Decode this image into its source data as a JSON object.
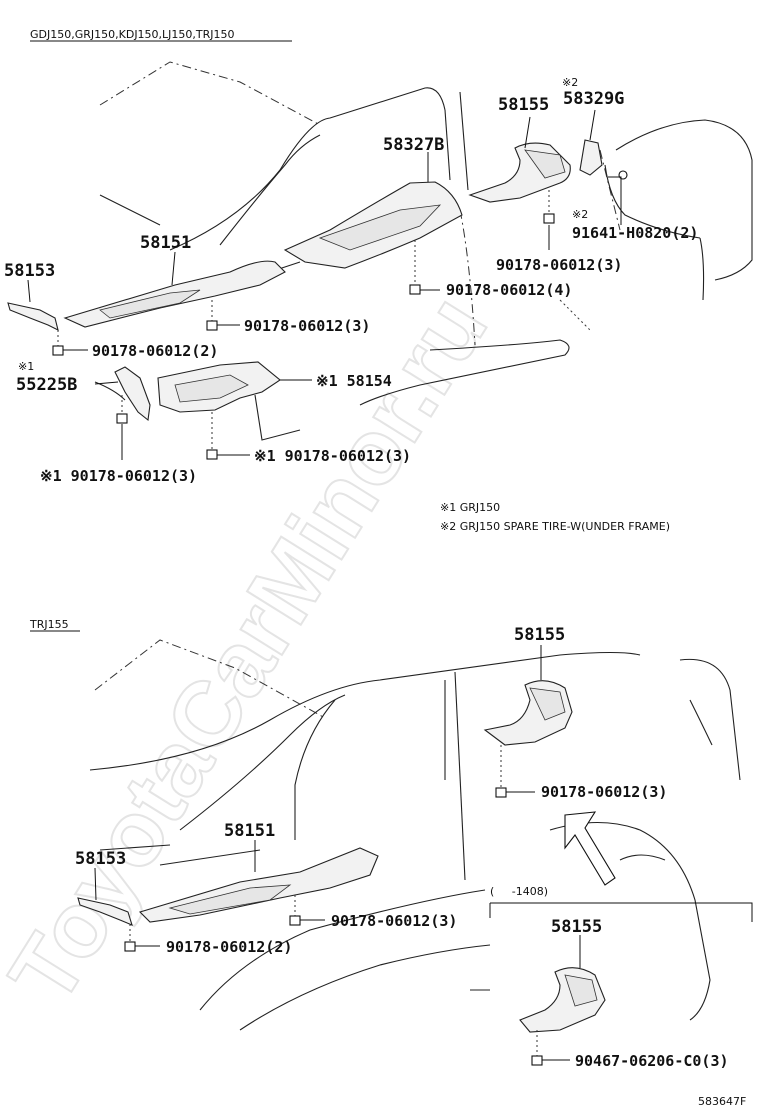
{
  "watermark": "ToyotaCarMinor.ru",
  "top_section": {
    "models": "GDJ150,GRJ150,KDJ150,LJ150,TRJ150",
    "parts": {
      "p58153": "58153",
      "p58151": "58151",
      "p58327b": "58327B",
      "p58155": "58155",
      "p58329g_mark": "※2",
      "p58329g": "58329G",
      "p91641_mark": "※2",
      "p91641": "91641-H0820(2)",
      "p90178_a": "90178-06012(3)",
      "p90178_b": "90178-06012(4)",
      "p90178_c": "90178-06012(3)",
      "p90178_d": "90178-06012(2)",
      "p55225b_mark": "※1",
      "p55225b": "55225B",
      "p58154": "※1 58154",
      "p90178_e": "※1 90178-06012(3)",
      "p90178_f": "※1 90178-06012(3)"
    },
    "notes": [
      "※1 GRJ150",
      "※2 GRJ150 SPARE TIRE-W(UNDER FRAME)"
    ]
  },
  "bottom_section": {
    "models": "TRJ155",
    "parts": {
      "p58155": "58155",
      "p90178_a": "90178-06012(3)",
      "p58151": "58151",
      "p58153": "58153",
      "p90178_b": "90178-06012(3)",
      "p90178_c": "90178-06012(2)",
      "inset_range": "(     -1408)",
      "inset_58155": "58155",
      "inset_90467": "90467-06206-C0(3)"
    }
  },
  "figure_code": "583647F"
}
